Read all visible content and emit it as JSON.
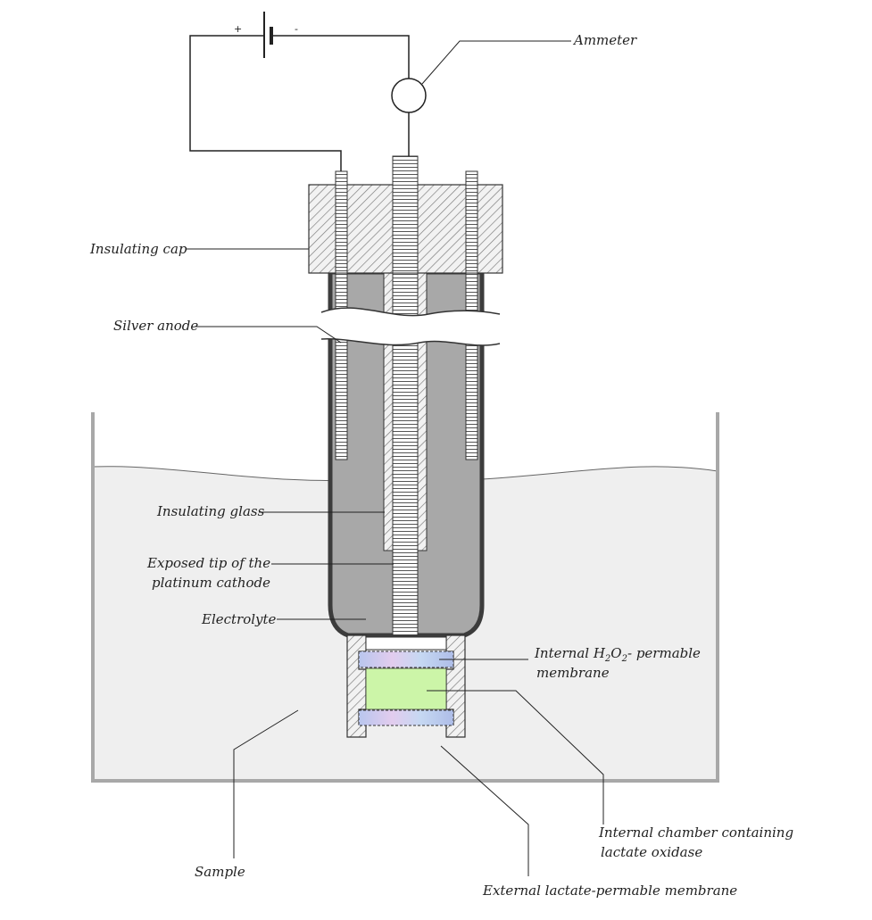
{
  "labels": {
    "ammeter": "Ammeter",
    "plus": "+",
    "minus": "-",
    "insulating_cap": "Insulating cap",
    "silver_anode": "Silver anode",
    "insulating_glass": "Insulating glass",
    "exposed_tip_line1": "Exposed tip of the",
    "exposed_tip_line2": "platinum cathode",
    "electrolyte": "Electrolyte",
    "internal_membrane_prefix": "Internal H",
    "internal_membrane_sub1": "2",
    "internal_membrane_mid": "O",
    "internal_membrane_sub2": "2",
    "internal_membrane_suffix": "- permable",
    "internal_membrane_line2": "membrane",
    "internal_chamber_line1": "Internal chamber containing",
    "internal_chamber_line2": "lactate oxidase",
    "sample": "Sample",
    "external_membrane": "External lactate-permable membrane"
  },
  "colors": {
    "electrolyte": "#a8a8a8",
    "sample_liquid": "#efefef",
    "enzyme_chamber": "#ccf5a8",
    "membrane": "#b9c4e8",
    "wall": "#3c3c3c"
  }
}
